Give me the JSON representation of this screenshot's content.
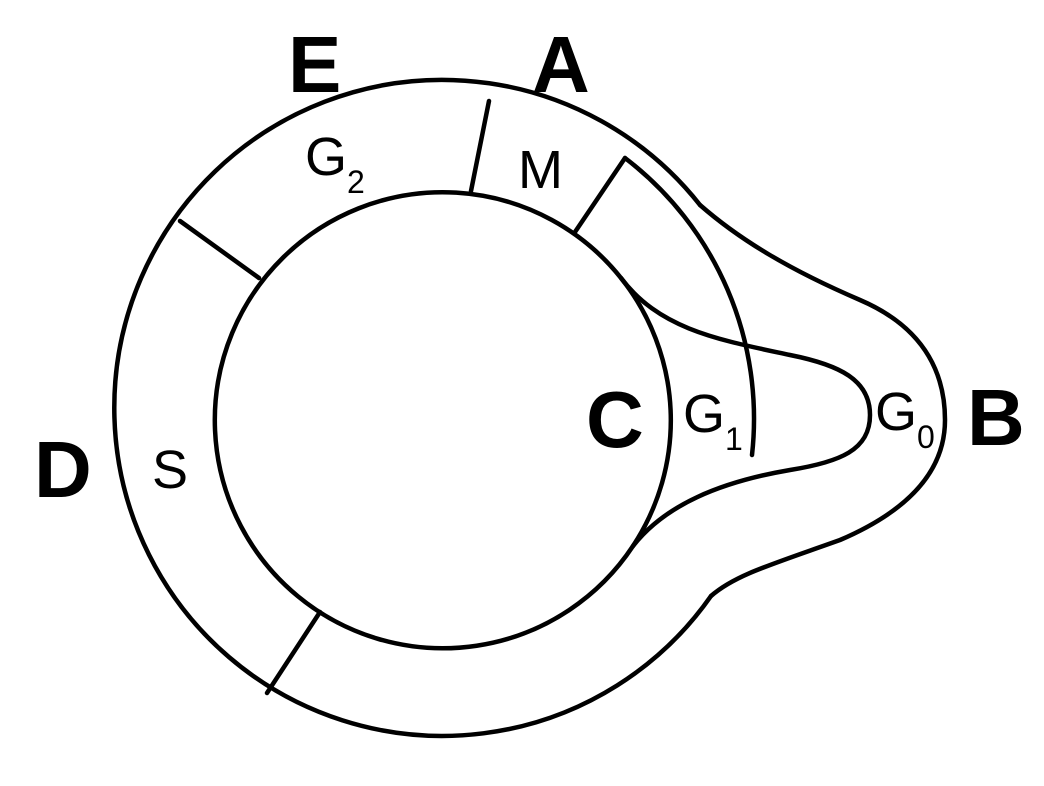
{
  "diagram": {
    "region_labels": {
      "A": "A",
      "B": "B",
      "C": "C",
      "D": "D",
      "E": "E"
    },
    "phases": {
      "g2": {
        "base": "G",
        "sub": "2"
      },
      "m": "M",
      "g1": {
        "base": "G",
        "sub": "1"
      },
      "g0": {
        "base": "G",
        "sub": "0"
      },
      "s": "S"
    },
    "colors": {
      "stroke": "#000000",
      "background": "#ffffff"
    }
  }
}
